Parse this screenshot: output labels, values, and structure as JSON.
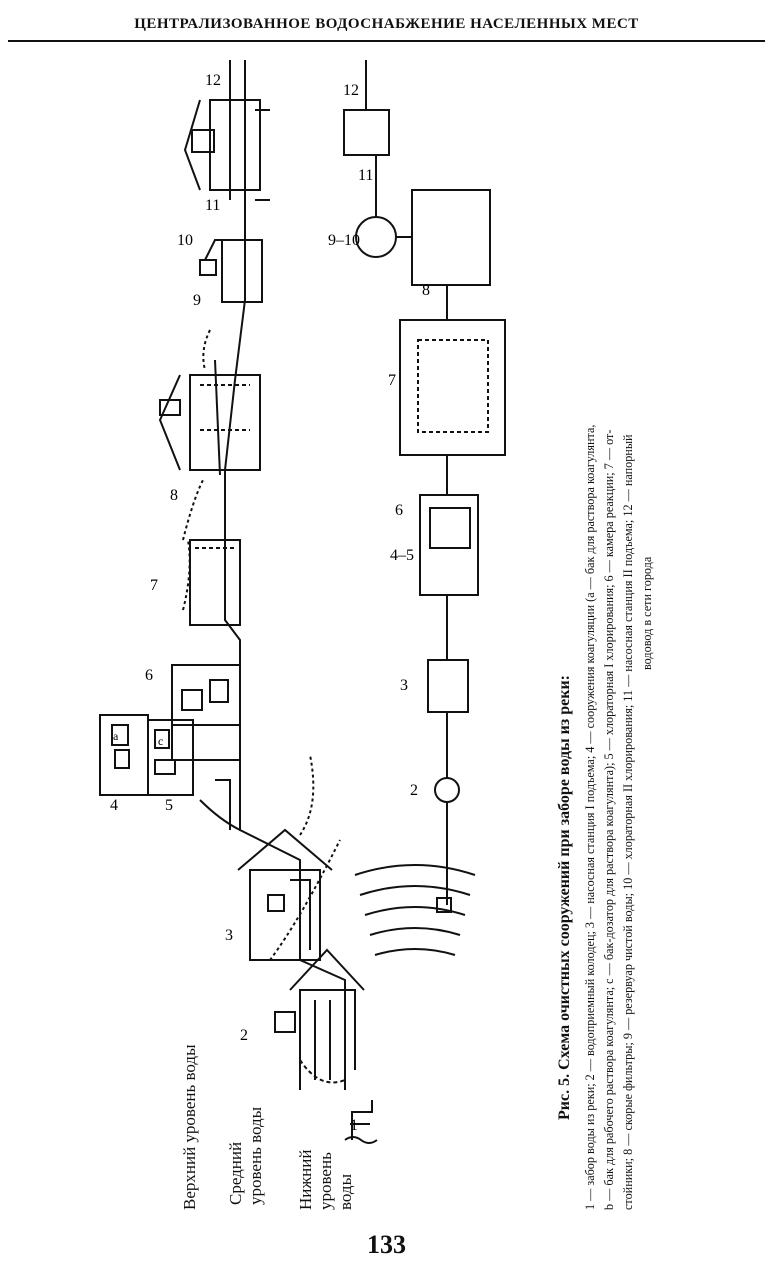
{
  "header": {
    "title": "ЦЕНТРАЛИЗОВАННОЕ ВОДОСНАБЖЕНИЕ НАСЕЛЕННЫХ МЕСТ"
  },
  "page_number": "133",
  "water_levels": {
    "upper": "Верхний уровень воды",
    "middle_1": "Средний",
    "middle_2": "уровень воды",
    "lower_1": "Нижний",
    "lower_2": "уровень",
    "lower_3": "воды"
  },
  "labels": {
    "n1": "1",
    "n2": "2",
    "n3": "3",
    "n4": "4",
    "n5": "5",
    "n6": "6",
    "n7": "7",
    "n8": "8",
    "n9": "9",
    "n10": "10",
    "n11": "11",
    "n12": "12",
    "a": "a",
    "c": "c",
    "plan_2": "2",
    "plan_3": "3",
    "plan_45": "4–5",
    "plan_6": "6",
    "plan_7": "7",
    "plan_8": "8",
    "plan_910": "9–10",
    "plan_11": "11",
    "plan_12": "12"
  },
  "caption": {
    "title": "Рис. 5. Схема очистных сооружений при заборе воды из реки:",
    "line1": "1 — забор воды из реки; 2 — водоприемный колодец; 3 — насосная станция I подъема; 4 — сооружения коагуляции (а — бак для раствора коагулянта,",
    "line2": "b — бак для рабочего раствора коагулянта; с — бак-дозатор для раствора коагулянта); 5 — хлораторная I хлорирования; 6 — камера реакции; 7 — от-",
    "line3": "стойники; 8 — скорые фильтры; 9 — резервуар чистой воды; 10 — хлораторная II хлорирования; 11 — насосная станция II подъема; 12 — напорный",
    "line4": "водовод в сети города"
  }
}
